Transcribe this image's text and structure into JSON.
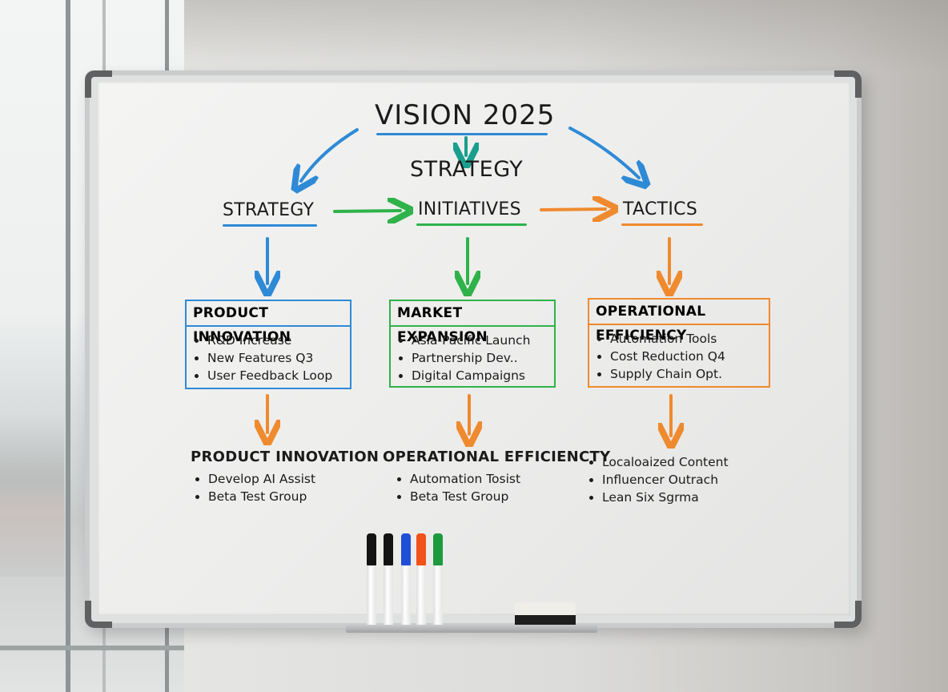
{
  "scene": {
    "description": "Whiteboard strategy diagram in office by window",
    "colors": {
      "blue": "#2f8ad6",
      "green": "#2fb24a",
      "orange": "#ef8a2e",
      "teal": "#1a9e8e",
      "ink": "#1b1b1b",
      "frame": "#5e6061"
    }
  },
  "board": {
    "title": "VISION 2025",
    "subtitle": "STRATEGY",
    "columns": [
      {
        "heading": "STRATEGY",
        "color": "#2f8ad6",
        "box": {
          "title": "PRODUCT INNOVATION",
          "items": [
            "R&D Increase",
            "New Features Q3",
            "User Feedback Loop"
          ]
        },
        "followup": {
          "title": "PRODUCT INNOVATION",
          "items": [
            "Develop AI Assist",
            "Beta Test Group"
          ]
        }
      },
      {
        "heading": "INITIATIVES",
        "color": "#2fb24a",
        "box": {
          "title": "MARKET EXPANSION",
          "items": [
            "Asia-Pacific Launch",
            "Partnership Dev..",
            "Digital Campaigns"
          ]
        },
        "followup": {
          "title": "OPERATIONAL EFFICIENCTY",
          "items": [
            "Automation Tosist",
            "Beta Test Group"
          ]
        }
      },
      {
        "heading": "TACTICS",
        "color": "#ef8a2e",
        "box": {
          "title": "OPERATIONAL EFFICIENCY",
          "items": [
            "Automation Tools",
            "Cost Reduction Q4",
            "Supply Chain Opt."
          ]
        },
        "followup": {
          "title": "",
          "items": [
            "Localoaized Content",
            "Influencer Outrach",
            "Lean Six Sgrma"
          ]
        }
      }
    ]
  },
  "tray": {
    "markers": [
      {
        "color": "black",
        "hex": "#141414"
      },
      {
        "color": "black",
        "hex": "#141414"
      },
      {
        "color": "blue",
        "hex": "#1f4fd6"
      },
      {
        "color": "orange",
        "hex": "#f0521a"
      },
      {
        "color": "green",
        "hex": "#1d9a3e"
      }
    ],
    "eraser": "whiteboard-eraser"
  }
}
